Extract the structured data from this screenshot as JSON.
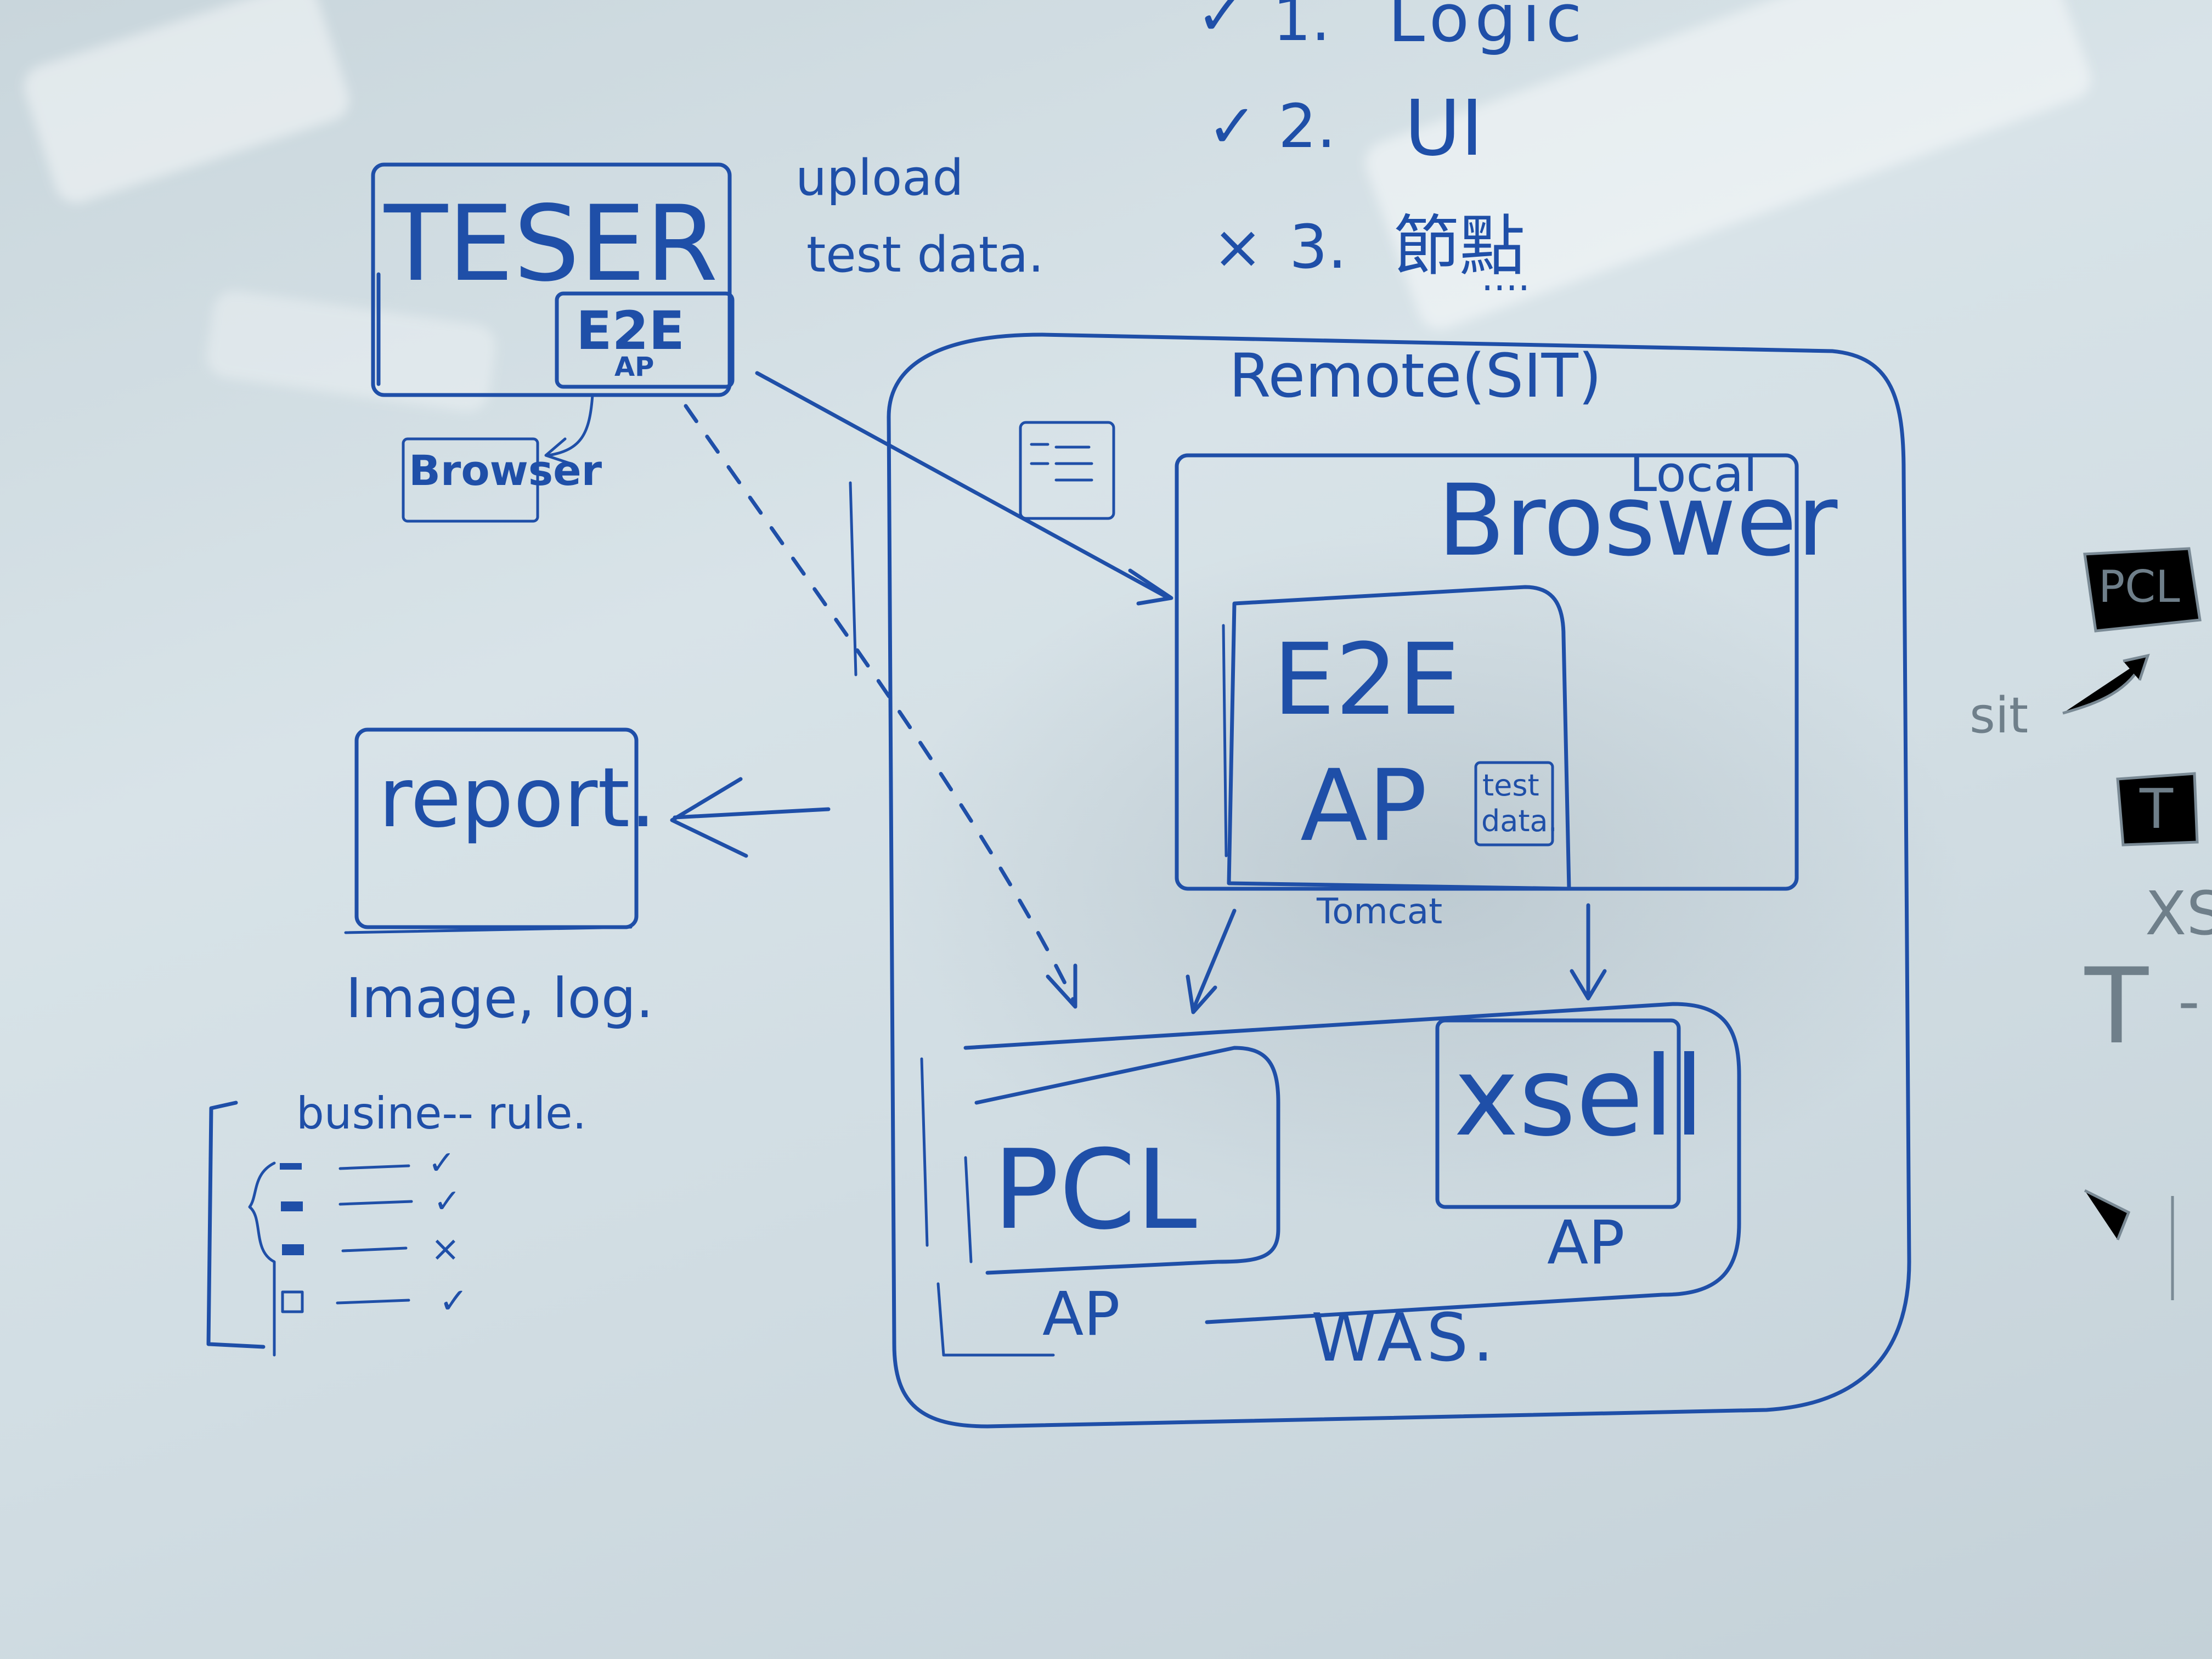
{
  "colors": {
    "marker_ink": "#1f4fa8",
    "faint_marker": "#6f7f8a",
    "board": "#d1dde3"
  },
  "checklist": {
    "item1": {
      "mark": "✓",
      "number": "1.",
      "label": "Logic"
    },
    "item2": {
      "mark": "✓",
      "number": "2.",
      "label": "UI"
    },
    "item3": {
      "mark": "×",
      "number": "3.",
      "label": "節點",
      "tail": "...."
    }
  },
  "tester": {
    "title": "TESER",
    "inner_title": "E2E",
    "inner_sub": "AP",
    "browser": "Browser",
    "note_line1": "upload",
    "note_line2": "test data."
  },
  "remote": {
    "title": "Remote(SIT)",
    "local_label": "Local",
    "browser_title": "Broswer",
    "e2e_title": "E2E",
    "e2e_sub": "AP",
    "test_data_line1": "test",
    "test_data_line2": "data.",
    "tomcat": "Tomcat",
    "was": "WAS.",
    "pcl": "PCL",
    "pcl_sub": "AP",
    "xsell": "xsell",
    "xsell_sub": "AP"
  },
  "report": {
    "title": "report.",
    "caption": "Image, log."
  },
  "business_rule": {
    "title": "busine-- rule.",
    "marks": [
      "✓",
      "✓",
      "×",
      "✓"
    ]
  },
  "right_edge": {
    "pcl": "PCL",
    "sit": "sit",
    "t_box": "T",
    "xs": "XS",
    "t": "T",
    "dash": "-"
  }
}
